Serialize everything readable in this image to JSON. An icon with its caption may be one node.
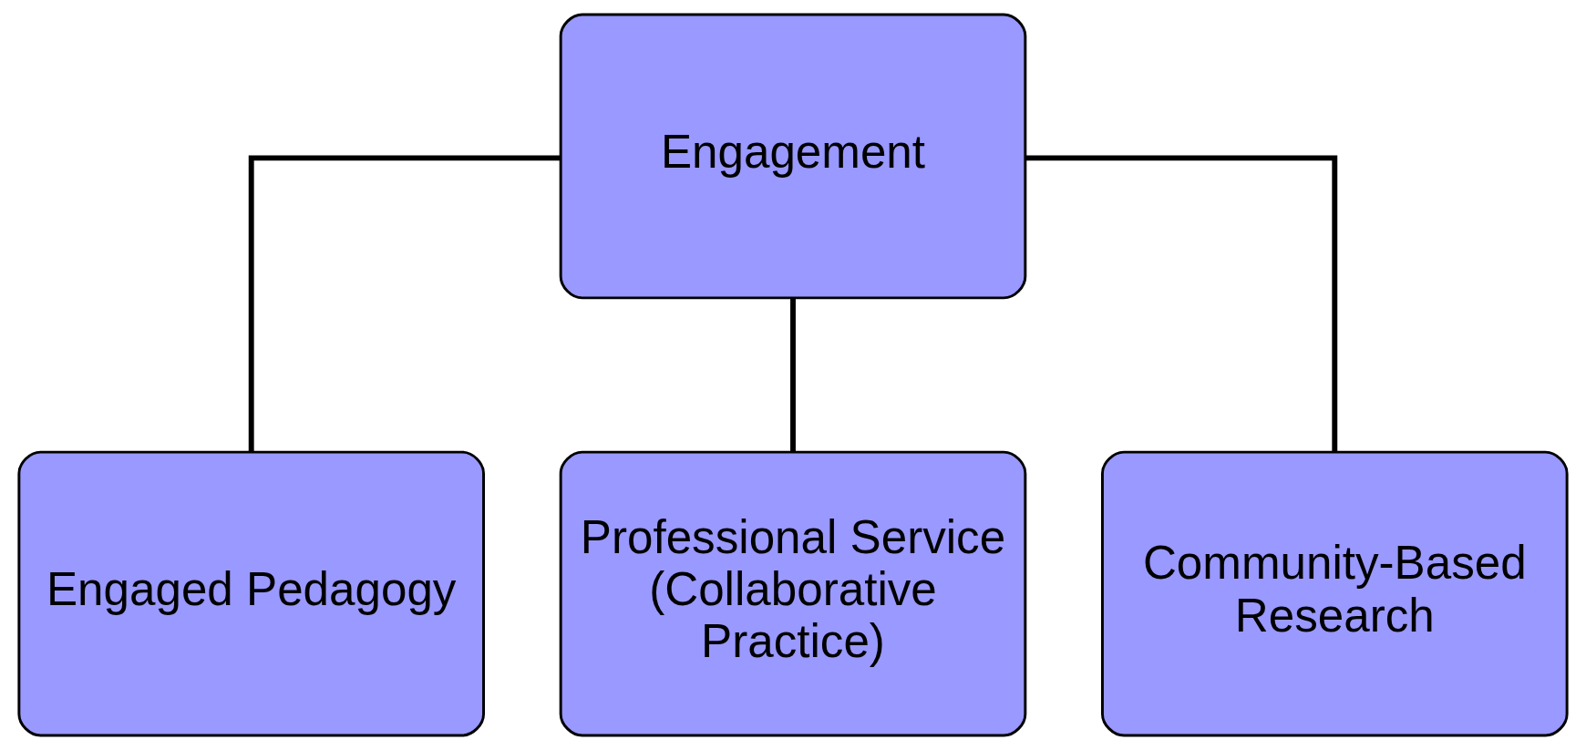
{
  "diagram": {
    "nodes": [
      {
        "text": [
          "Engagement"
        ]
      },
      {
        "text": [
          "Engaged Pedagogy"
        ]
      },
      {
        "text": [
          "Professional Service (Collaborative Practice)"
        ]
      },
      {
        "text": [
          "Community-Based Research"
        ]
      }
    ],
    "edges": [
      {
        "from": 0,
        "to": 1,
        "arrow": "none"
      },
      {
        "from": 0,
        "to": 2,
        "arrow": "none"
      },
      {
        "from": 0,
        "to": 3,
        "arrow": "none"
      }
    ]
  }
}
